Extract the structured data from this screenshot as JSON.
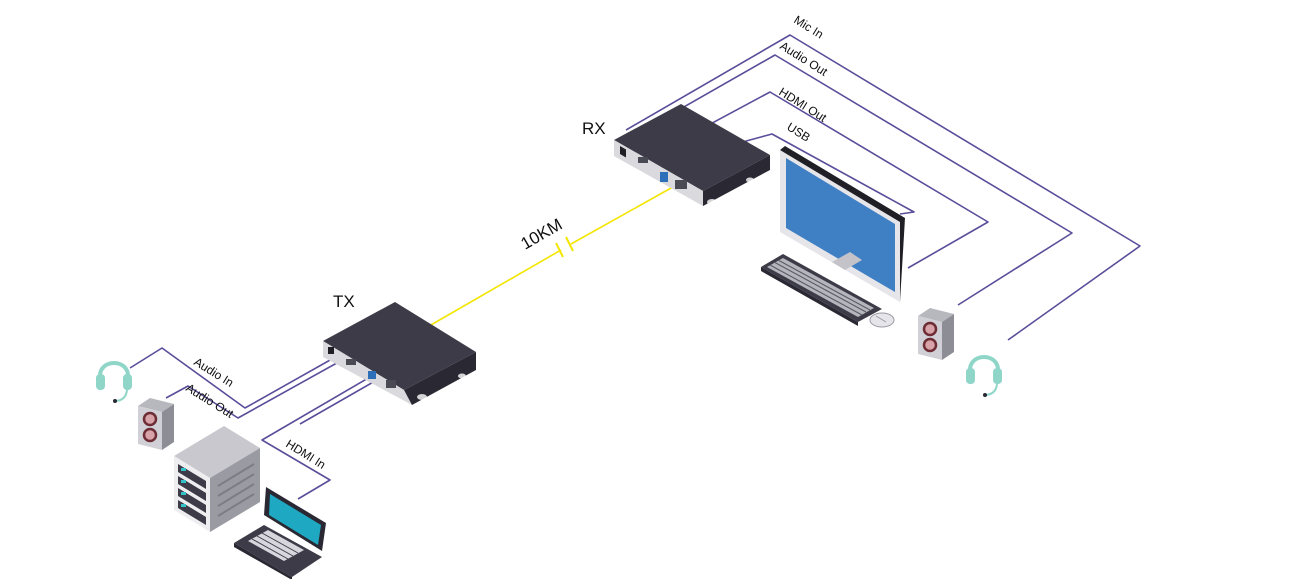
{
  "devices": {
    "tx_label": "TX",
    "rx_label": "RX"
  },
  "link": {
    "distance_label": "10KM"
  },
  "tx_ports": {
    "audio_in": "Audio In",
    "audio_out": "Audio Out",
    "hdmi_in": "HDMI In"
  },
  "rx_ports": {
    "mic_in": "Mic In",
    "audio_out": "Audio Out",
    "hdmi_out": "HDMI Out",
    "usb": "USB"
  },
  "colors": {
    "wire": "#5b4d9a",
    "fiber": "#f2e600",
    "device_top": "#3c3b47",
    "device_side": "#2a2933",
    "device_front": "#d9d9de",
    "monitor_screen": "#3f7fc4",
    "laptop_screen": "#1ea8c1",
    "headset": "#8fd6c9",
    "speaker_cone": "#d8a3a8",
    "server_light": "#32c0c9"
  },
  "icons": [
    "headset-icon",
    "speaker-icon",
    "server-icon",
    "laptop-icon",
    "monitor-icon",
    "keyboard-icon",
    "mouse-icon"
  ]
}
